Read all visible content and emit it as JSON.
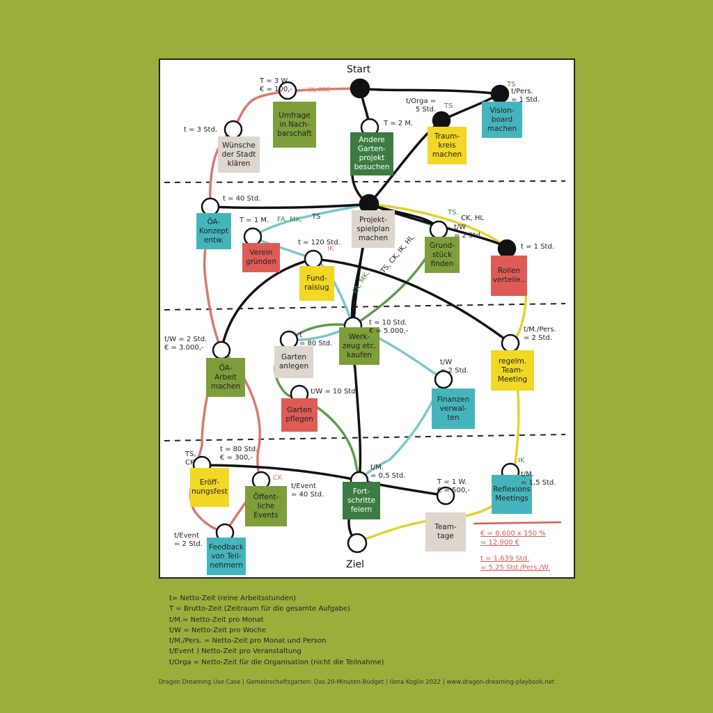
{
  "colors": {
    "background": "#9aaf3b",
    "paper": "#ffffff",
    "red": "#d77a6c",
    "yellow": "#e4d22d",
    "teal": "#7cc7cc",
    "green": "#5c9b4c",
    "black": "#111111",
    "note_grey": "#dcd6cd",
    "note_olive": "#7e9d3b",
    "note_darkgreen": "#3c7c42",
    "note_teal": "#45b5bd",
    "note_yellow": "#f2d725",
    "note_red": "#df5b55"
  },
  "diagram": {
    "start_label": "Start",
    "end_label": "Ziel",
    "tasks": [
      {
        "id": "umfrage",
        "text": "Umfrage\nin Nach-\nbarschaft",
        "color": "olive"
      },
      {
        "id": "wuensche",
        "text": "Wünsche\nder Stadt\nklären",
        "color": "grey"
      },
      {
        "id": "andere",
        "text": "Andere\nGarten-\nprojekt\nbesuchen",
        "color": "darkgreen"
      },
      {
        "id": "traum",
        "text": "Traum-\nkreis\nmachen",
        "color": "yellow"
      },
      {
        "id": "vision",
        "text": "Vision-\nboard\nmachen",
        "color": "teal"
      },
      {
        "id": "oa_konzept",
        "text": "ÖA-\nKonzept\nentw.",
        "color": "teal"
      },
      {
        "id": "projekt",
        "text": "Projekt-\nspielplan\nmachen",
        "color": "grey"
      },
      {
        "id": "verein",
        "text": "Verein\ngründen",
        "color": "red"
      },
      {
        "id": "fund",
        "text": "Fund-\nraisiug",
        "color": "yellow"
      },
      {
        "id": "grund",
        "text": "Grund-\nstück\nfinden",
        "color": "olive"
      },
      {
        "id": "rollen",
        "text": "Rollen\nverteile..",
        "color": "red"
      },
      {
        "id": "werkzeug",
        "text": "Werk-\nzeug etc.\nkaufen",
        "color": "olive"
      },
      {
        "id": "garten_anlegen",
        "text": "Garten\nanlegen",
        "color": "grey"
      },
      {
        "id": "oa_arbeit",
        "text": "ÖA-\nArbeit\nmachen",
        "color": "olive"
      },
      {
        "id": "meeting",
        "text": "regelm.\nTeam-\nMeeting",
        "color": "yellow"
      },
      {
        "id": "garten_pflegen",
        "text": "Garten\npflegen",
        "color": "red"
      },
      {
        "id": "finanzen",
        "text": "Finanzen\nverwal-\nten",
        "color": "teal"
      },
      {
        "id": "eroeffnung",
        "text": "Eröff-\nnungsfest",
        "color": "yellow"
      },
      {
        "id": "oeffentliche",
        "text": "Öffent-\nliche\nEvents",
        "color": "olive"
      },
      {
        "id": "fortschritte",
        "text": "Fort-\nschritte\nfeiern",
        "color": "darkgreen"
      },
      {
        "id": "reflexion",
        "text": "Reflexions\nMeetings",
        "color": "teal"
      },
      {
        "id": "teamtage",
        "text": "Team-\ntage",
        "color": "grey"
      },
      {
        "id": "feedback",
        "text": "Feedback\nvon Teil-\nnehmern",
        "color": "teal"
      }
    ],
    "annotations": [
      {
        "id": "a_umfrage",
        "text": "T = 3 W.\n€ = 100,-"
      },
      {
        "id": "a_umfrage_ppl",
        "text": "IK, MK",
        "color": "red"
      },
      {
        "id": "a_wuensche",
        "text": "t = 3 Std."
      },
      {
        "id": "a_andere",
        "text": "T = 2 M."
      },
      {
        "id": "a_traum",
        "text": "t/Orga =\n5 Std."
      },
      {
        "id": "a_traum_ppl",
        "text": "TS",
        "color": "green"
      },
      {
        "id": "a_vision_ppl",
        "text": "TS",
        "color": "green"
      },
      {
        "id": "a_vision",
        "text": "t/Pers.\n= 1 Std."
      },
      {
        "id": "a_oa_konzept",
        "text": "t = 40 Std."
      },
      {
        "id": "a_verein",
        "text": "T = 1 M."
      },
      {
        "id": "a_verein_ppl",
        "text": "FA, MK,",
        "color": "green"
      },
      {
        "id": "a_verein_ppl2",
        "text": "TS"
      },
      {
        "id": "a_grund_ppl",
        "text": "TS,",
        "color": "green"
      },
      {
        "id": "a_grund_ppl2",
        "text": "CK, HL"
      },
      {
        "id": "a_grund",
        "text": "t/W\n= 2 Std."
      },
      {
        "id": "a_fund",
        "text": "t = 120 Std."
      },
      {
        "id": "a_fund_ppl",
        "text": "IK",
        "color": "red"
      },
      {
        "id": "a_rollen",
        "text": "t = 1 Std."
      },
      {
        "id": "a_diag_green",
        "text": "FA, MK,",
        "color": "green"
      },
      {
        "id": "a_diag_black",
        "text": "TS, CK, IK, HL"
      },
      {
        "id": "a_werkzeug",
        "text": "t = 10 Std.\n€ = 5.000,-"
      },
      {
        "id": "a_meeting",
        "text": "t/M./Pers.\n= 2 Std."
      },
      {
        "id": "a_oa_arbeit",
        "text": "t/W = 2 Std.\n€ = 3.000,-"
      },
      {
        "id": "a_garten_anlegen",
        "text": "t\n= 80 Std."
      },
      {
        "id": "a_garten_pflegen",
        "text": "t/W = 10 Std."
      },
      {
        "id": "a_finanzen",
        "text": "t/W\n= 2 Std."
      },
      {
        "id": "a_eroeffnung_ppl",
        "text": "TS,\nCK"
      },
      {
        "id": "a_eroeffnung",
        "text": "t = 80 Std.\n€ = 300,-"
      },
      {
        "id": "a_oeffentliche_ppl",
        "text": "CK",
        "color": "red"
      },
      {
        "id": "a_oeffentliche",
        "text": "t/Event\n= 40 Std."
      },
      {
        "id": "a_fortschritte",
        "text": "t/M.\n= 0,5 Std."
      },
      {
        "id": "a_teamtage",
        "text": "T = 1 W.\n€ = 500,-"
      },
      {
        "id": "a_reflexion_ppl",
        "text": "IK",
        "color": "green"
      },
      {
        "id": "a_reflexion",
        "text": "t/M.\n= 1,5 Std."
      },
      {
        "id": "a_feedback",
        "text": "t/Event\n= 2 Std."
      }
    ],
    "summary_cost": "€ = 8.600 x 150 %\n= 12.900 €",
    "summary_time": "t = 1.639 Std.\n= 5,25 Std./Pers./W."
  },
  "legend": [
    "t= Netto-Zeit (reine Arbeitsstunden)",
    "T = Brutto-Zeit (Zeitraum für die gesamte Aufgabe)",
    "t/M.= Netto-Zeit pro Monat",
    "t/W = Netto-Zeit pro Woche",
    "t/M./Pers. = Netto-Zeit pro Monat und Person",
    "t/Event ) Netto-Zeit pro Veranstaltung",
    "t/Orga = Netto-Zeit für die Organisation (nicht die Teilnahme)"
  ],
  "footer": "Dragon Dreaming Use Case | Gemeinschaftsgarten: Das 20-Minuten-Budget | Ilona Koglin 2022 | www.dragon-dreaming-playbook.net"
}
